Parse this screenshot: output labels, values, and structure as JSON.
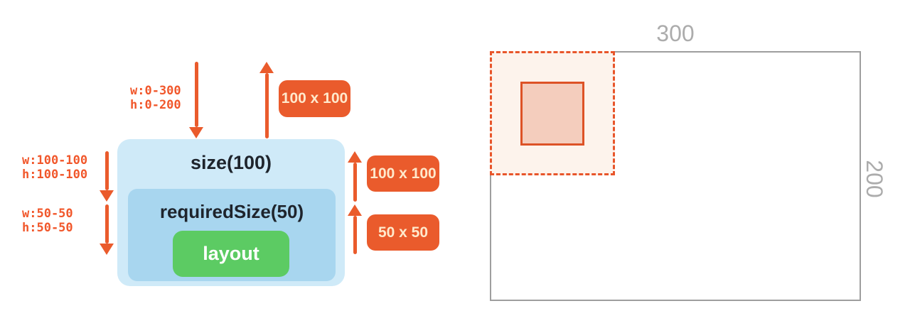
{
  "colors": {
    "accent_orange": "#EA5B2C",
    "orange_text": "#F1572B",
    "badge_text": "#FFE9CC",
    "outer_box_blue": "#CFEAF8",
    "inner_box_blue": "#A8D6EF",
    "layout_green": "#5CCB63",
    "dark_title_text": "#1E242C",
    "gray_dim_label": "#ACACAC",
    "gray_rect_border": "#9E9E9E",
    "dashed_region_fill": "#FDF3EC",
    "placed_square_fill": "#F4CDBD"
  },
  "modifier_chain": {
    "size_box_label": "size(100)",
    "required_size_box_label": "requiredSize(50)",
    "layout_box_label": "layout",
    "incoming_constraints": [
      "w:0-300",
      "h:0-200"
    ],
    "size_constraints": [
      "w:100-100",
      "h:100-100"
    ],
    "required_size_constraints": [
      "w:50-50",
      "h:50-50"
    ],
    "measured_size_badge": "100 x 100",
    "size_result_badge": "100 x 100",
    "required_size_result_badge": "50 x 50"
  },
  "result_preview": {
    "width_label": "300",
    "height_label": "200"
  }
}
